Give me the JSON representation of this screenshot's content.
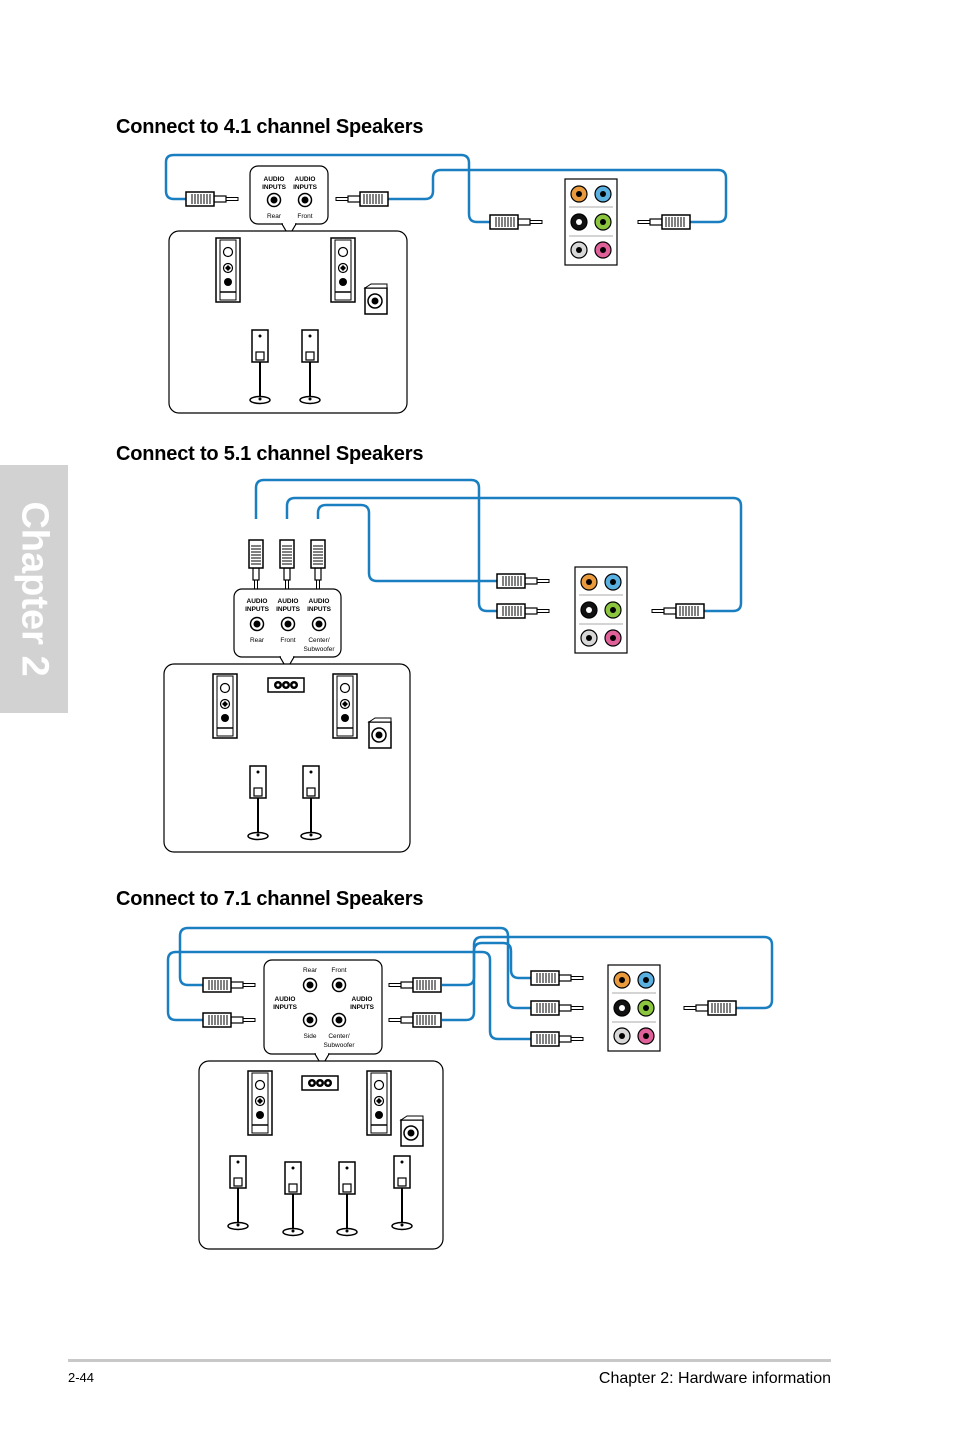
{
  "chapter_tab": {
    "label": "Chapter 2"
  },
  "sections": [
    {
      "title": "Connect to 4.1 channel Speakers",
      "panel": {
        "top_labels": [
          "AUDIO\nINPUTS",
          "AUDIO\nINPUTS"
        ],
        "bottom_labels": [
          "Rear",
          "Front"
        ]
      }
    },
    {
      "title": "Connect to 5.1 channel Speakers",
      "panel": {
        "top_labels": [
          "AUDIO\nINPUTS",
          "AUDIO\nINPUTS",
          "AUDIO\nINPUTS"
        ],
        "bottom_labels": [
          "Rear",
          "Front",
          "Center/\nSubwoofer"
        ]
      }
    },
    {
      "title": "Connect to 7.1 channel Speakers",
      "panel": {
        "port_labels": [
          "Rear",
          "Front",
          "Side",
          "Center/\nSubwoofer"
        ],
        "input_labels": [
          "AUDIO\nINPUTS",
          "AUDIO\nINPUTS"
        ]
      }
    }
  ],
  "jack_colors": {
    "orange": "#e89a3c",
    "blue": "#5ab0e0",
    "black": "#111111",
    "green": "#8cc63f",
    "gray": "#d8d8d8",
    "pink": "#e0609a"
  },
  "cable_color": "#1a7fc1",
  "footer": {
    "page_number": "2-44",
    "title": "Chapter 2: Hardware information"
  }
}
